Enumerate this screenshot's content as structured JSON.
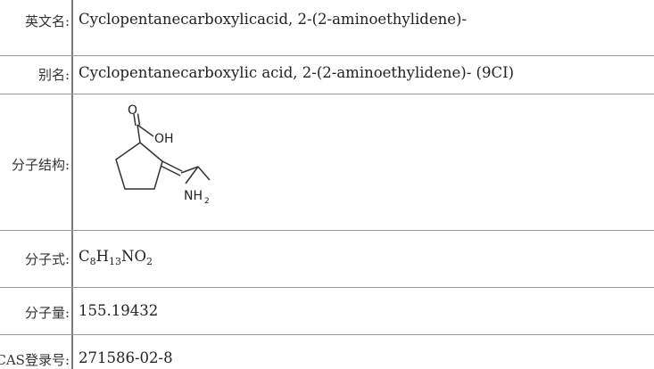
{
  "rows": {
    "english_name": {
      "label": "英文名:",
      "value": "Cyclopentanecarboxylicacid, 2-(2-aminoethylidene)-"
    },
    "alias": {
      "label": "别名:",
      "value": "Cyclopentanecarboxylic acid, 2-(2-aminoethylidene)- (9CI)"
    },
    "structure": {
      "label": "分子结构:",
      "atoms": {
        "oxygen": "O",
        "hydroxyl": "OH",
        "amine": "NH",
        "amine_sub": "2"
      }
    },
    "formula": {
      "label": "分子式:",
      "parts": [
        "C",
        "8",
        "H",
        "13",
        "NO",
        "2"
      ]
    },
    "weight": {
      "label": "分子量:",
      "value": "155.19432"
    },
    "cas": {
      "label": "CAS登录号:",
      "value": "271586-02-8"
    }
  }
}
